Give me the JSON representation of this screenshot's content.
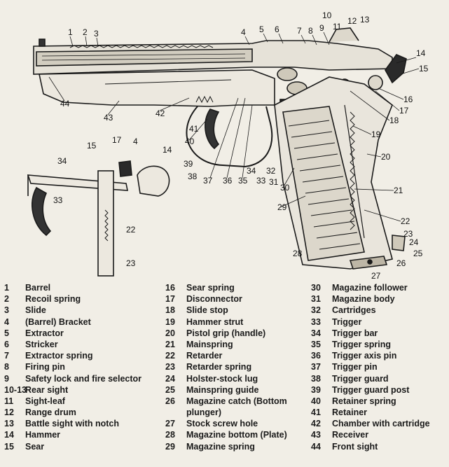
{
  "figure": {
    "callouts": [
      "1",
      "2",
      "3",
      "4",
      "5",
      "6",
      "7",
      "8",
      "9",
      "10",
      "11",
      "12",
      "13",
      "14",
      "15",
      "16",
      "17",
      "18",
      "19",
      "20",
      "21",
      "22",
      "23",
      "24",
      "25",
      "26",
      "27",
      "28",
      "29",
      "30",
      "31",
      "32",
      "33",
      "34",
      "35",
      "36",
      "37",
      "38",
      "39",
      "40",
      "41",
      "42",
      "43",
      "44"
    ],
    "inset_callouts": [
      "15",
      "17",
      "4",
      "14",
      "34",
      "33",
      "22",
      "23"
    ]
  },
  "legend": {
    "columns": [
      [
        {
          "num": "1",
          "label": "Barrel"
        },
        {
          "num": "2",
          "label": "Recoil spring"
        },
        {
          "num": "3",
          "label": "Slide"
        },
        {
          "num": "4",
          "label": "(Barrel) Bracket"
        },
        {
          "num": "5",
          "label": "Extractor"
        },
        {
          "num": "6",
          "label": "Stricker"
        },
        {
          "num": "7",
          "label": "Extractor spring"
        },
        {
          "num": "8",
          "label": "Firing pin"
        },
        {
          "num": "9",
          "label": "Safety lock and fire selector"
        },
        {
          "num": "10-13",
          "label": "Rear sight"
        },
        {
          "num": "11",
          "label": "Sight-leaf"
        },
        {
          "num": "12",
          "label": "Range drum"
        },
        {
          "num": "13",
          "label": "Battle sight with notch"
        },
        {
          "num": "14",
          "label": "Hammer"
        },
        {
          "num": "15",
          "label": "Sear"
        }
      ],
      [
        {
          "num": "16",
          "label": "Sear spring"
        },
        {
          "num": "17",
          "label": "Disconnector"
        },
        {
          "num": "18",
          "label": "Slide stop"
        },
        {
          "num": "19",
          "label": "Hammer strut"
        },
        {
          "num": "20",
          "label": "Pistol grip (handle)"
        },
        {
          "num": "21",
          "label": "Mainspring"
        },
        {
          "num": "22",
          "label": "Retarder"
        },
        {
          "num": "23",
          "label": "Retarder spring"
        },
        {
          "num": "24",
          "label": "Holster-stock lug"
        },
        {
          "num": "25",
          "label": "Mainspring guide"
        },
        {
          "num": "26",
          "label": "Magazine catch (Bottom",
          "cont": "plunger)"
        },
        {
          "num": "27",
          "label": "Stock screw hole"
        },
        {
          "num": "28",
          "label": "Magazine bottom (Plate)"
        },
        {
          "num": "29",
          "label": "Magazine spring"
        }
      ],
      [
        {
          "num": "30",
          "label": "Magazine follower"
        },
        {
          "num": "31",
          "label": "Magazine body"
        },
        {
          "num": "32",
          "label": "Cartridges"
        },
        {
          "num": "33",
          "label": "Trigger"
        },
        {
          "num": "34",
          "label": "Trigger bar"
        },
        {
          "num": "35",
          "label": "Trigger spring"
        },
        {
          "num": "36",
          "label": "Trigger axis pin"
        },
        {
          "num": "37",
          "label": "Trigger pin"
        },
        {
          "num": "38",
          "label": "Trigger guard"
        },
        {
          "num": "39",
          "label": "Trigger guard post"
        },
        {
          "num": "40",
          "label": "Retainer spring"
        },
        {
          "num": "41",
          "label": "Retainer"
        },
        {
          "num": "42",
          "label": "Chamber with cartridge"
        },
        {
          "num": "43",
          "label": "Receiver"
        },
        {
          "num": "44",
          "label": "Front sight"
        }
      ]
    ]
  }
}
